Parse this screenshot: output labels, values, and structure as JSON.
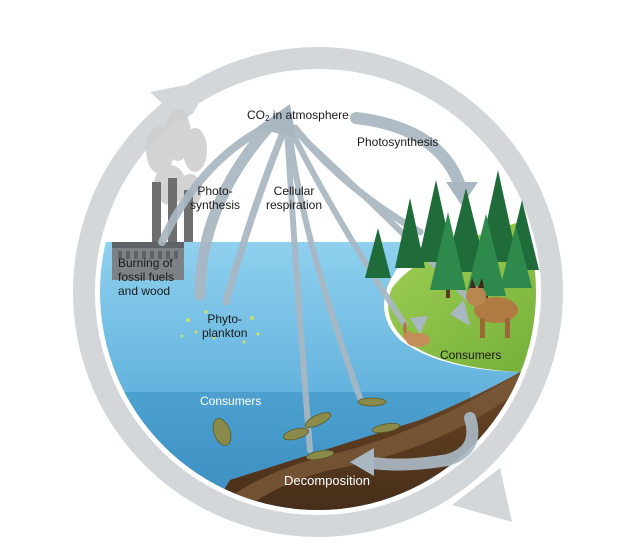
{
  "diagram": {
    "labels": {
      "co2_prefix": "CO",
      "co2_subscript": "2",
      "co2_suffix": " in atmosphere",
      "photosynthesis_land": "Photosynthesis",
      "photosynthesis_ocean_line1": "Photo-",
      "photosynthesis_ocean_line2": "synthesis",
      "cellular_respiration_line1": "Cellular",
      "cellular_respiration_line2": "respiration",
      "burning_line1": "Burning of",
      "burning_line2": "fossil fuels",
      "burning_line3": "and wood",
      "phytoplankton_line1": "Phyto-",
      "phytoplankton_line2": "plankton",
      "consumers_land": "Consumers",
      "consumers_ocean": "Consumers",
      "decomposition": "Decomposition"
    },
    "colors": {
      "ring": "#cfd3d6",
      "arrow": "#a9b7c2",
      "sky": "#ffffff",
      "water": "#7cc3e6",
      "deep_water": "#2f86b8",
      "grass": "#8cc63f",
      "soil": "#5a3b22",
      "tree": "#1f6b3a"
    },
    "icons": [
      "factory-icon",
      "smoke-icon",
      "tree-icon",
      "lynx-icon",
      "rabbit-icon",
      "fish-icon"
    ]
  }
}
